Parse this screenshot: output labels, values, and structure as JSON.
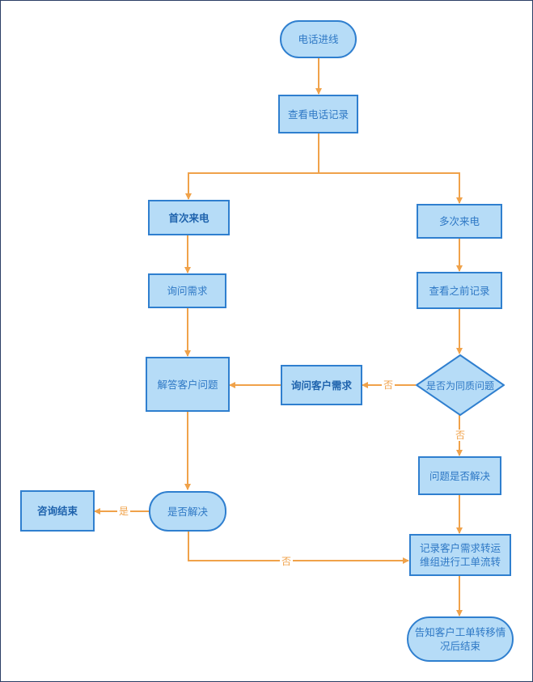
{
  "nodes": {
    "start": "电话进线",
    "check_records": "查看电话记录",
    "first_call": "首次来电",
    "repeat_call": "多次来电",
    "ask_needs": "询问需求",
    "check_previous": "查看之前记录",
    "answer_question": "解答客户问题",
    "ask_customer_needs": "询问客户需求",
    "same_issue": "是否为同质问题",
    "issue_resolved": "问题是否解决",
    "resolved": "是否解决",
    "consult_end": "咨询结束",
    "record_transfer_line1": "记录客户需求转运",
    "record_transfer_line2": "维组进行工单流转",
    "notify_end_line1": "告知客户工单转移情",
    "notify_end_line2": "况后结束"
  },
  "edge_labels": {
    "same_issue_to_ask": "否",
    "same_issue_to_resolved": "否",
    "resolved_yes": "是",
    "resolved_no": "否"
  },
  "colors": {
    "node_fill": "#b6dcf7",
    "node_border": "#2f7fcf",
    "edge": "#f0a24a",
    "frame": "#2b3f66"
  }
}
